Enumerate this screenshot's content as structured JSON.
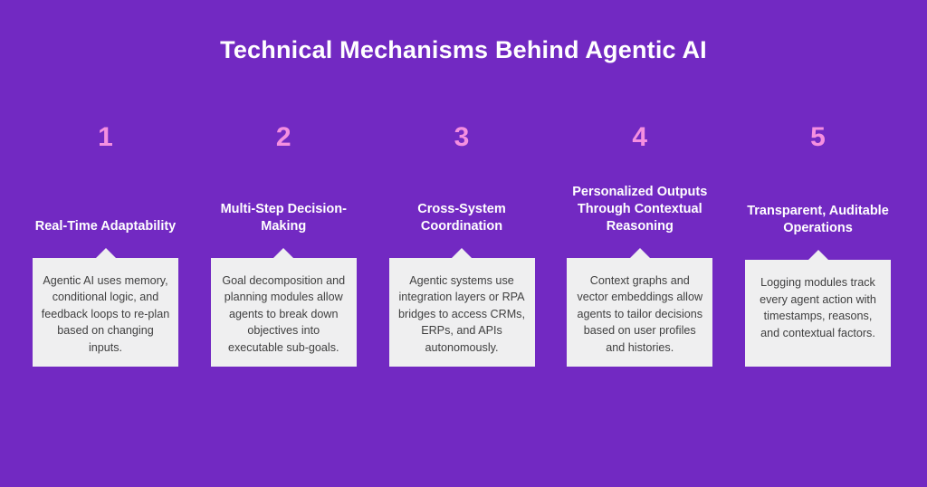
{
  "title": "Technical Mechanisms Behind Agentic AI",
  "colors": {
    "background": "#7229c2",
    "number": "#f58fe0",
    "heading": "#ffffff",
    "card_background": "#efeff0",
    "card_text": "#3f3f3f"
  },
  "columns": [
    {
      "number": "1",
      "heading": "Real-Time Adaptability",
      "body": "Agentic AI uses memory, conditional logic, and feedback loops to re-plan based on changing inputs."
    },
    {
      "number": "2",
      "heading": "Multi-Step Decision-Making",
      "body": "Goal decomposition and planning modules allow agents to break down objectives into executable sub-goals."
    },
    {
      "number": "3",
      "heading": "Cross-System Coordination",
      "body": "Agentic systems use integration layers or RPA bridges to access CRMs, ERPs, and APIs autonomously."
    },
    {
      "number": "4",
      "heading": "Personalized Outputs Through Contextual Reasoning",
      "body": "Context graphs and vector embeddings allow agents to tailor decisions based on user profiles and histories."
    },
    {
      "number": "5",
      "heading": "Transparent, Auditable Operations",
      "body": "Logging modules track every agent action with timestamps, reasons, and contextual factors."
    }
  ]
}
